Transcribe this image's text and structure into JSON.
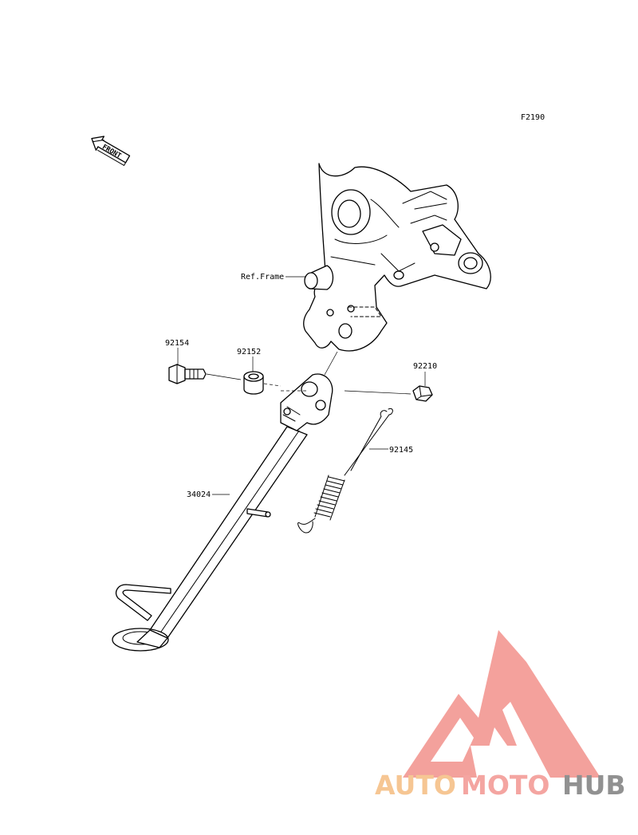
{
  "diagram": {
    "code": "F2190",
    "front_arrow": "FRONT",
    "reference": "Ref.Frame",
    "parts": {
      "bolt": "92154",
      "collar": "92152",
      "nut": "92210",
      "spring": "92145",
      "stand": "34024"
    }
  },
  "watermark": {
    "part1": "AUTO",
    "part2": "MOTO",
    "part3": "HUB",
    "colors": {
      "auto": "#f6c38e",
      "moto": "#f4a19c",
      "hub": "#8c8c8c",
      "logo": "#f39c97"
    }
  }
}
